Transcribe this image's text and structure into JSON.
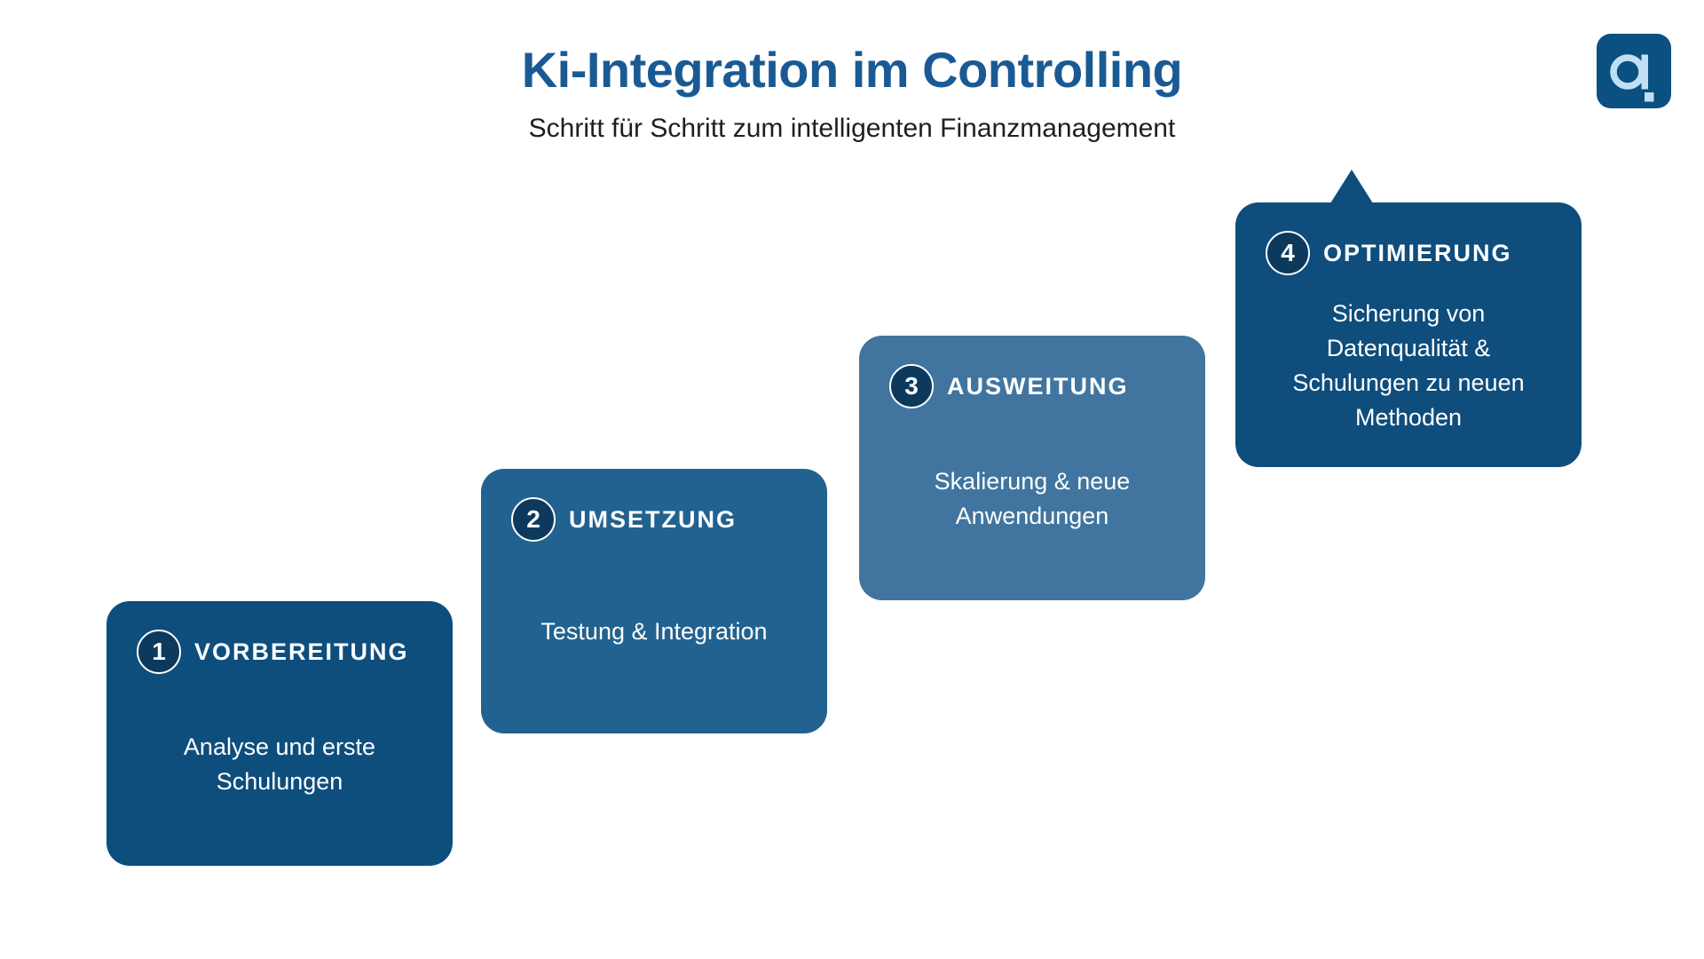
{
  "page": {
    "background_color": "#FFFFFF",
    "card_text_color": "#FFFFFF"
  },
  "header": {
    "title": "Ki-Integration im Controlling",
    "title_color": "#1A5A94",
    "subtitle": "Schritt für Schritt zum intelligenten Finanzmanagement",
    "subtitle_color": "#1F1F1F"
  },
  "logo": {
    "glyph": "a.",
    "background_color": "#0A5080",
    "glyph_color": "#BFE0F4"
  },
  "badge": {
    "fill_color": "#0D3A5C",
    "ring_color": "#FFFFFF",
    "number_color": "#FFFFFF"
  },
  "steps": [
    {
      "number": "1",
      "title": "VORBEREITUNG",
      "description": "Analyse und erste Schulungen",
      "color": "#0E4E7D"
    },
    {
      "number": "2",
      "title": "UMSETZUNG",
      "description": "Testung & Integration",
      "color": "#216290"
    },
    {
      "number": "3",
      "title": "AUSWEITUNG",
      "description": "Skalierung & neue Anwendungen",
      "color": "#41759F"
    },
    {
      "number": "4",
      "title": "OPTIMIERUNG",
      "description": "Sicherung von Datenqualität & Schulungen zu neuen Methoden",
      "color": "#0E4D7C",
      "has_pointer": true
    }
  ]
}
